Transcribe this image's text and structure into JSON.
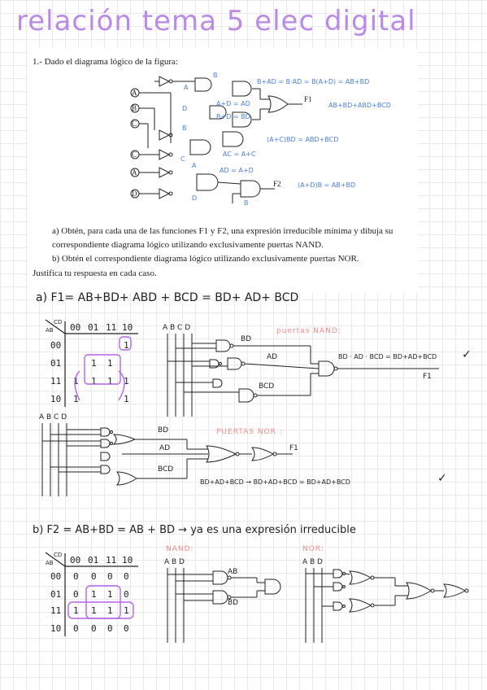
{
  "title": "relación tema 5 elec digital",
  "problem": {
    "number_label": "1.-",
    "statement": "Dado el diagrama lógico de la figura:",
    "inputs": [
      "A",
      "B",
      "C",
      "C",
      "A",
      "D",
      "B"
    ],
    "output_labels": [
      "F1",
      "F2"
    ],
    "annotations": {
      "top_notbar": "B",
      "eq1": "B+AD = B·AD = B(A+D) = AB+BD",
      "a_label": "A",
      "d_label": "D",
      "a_plus_d": "A+D = AD",
      "b_plus_d": "B+D = BD",
      "b_label": "B",
      "f1_expr": "AB+BD+ABD+BCD",
      "eq2": "(A+C)BD = ABD+BCD",
      "c_label": "C",
      "ac_eq": "AC = A+C",
      "a_bar": "A",
      "a_bar_d": "AD = A+D",
      "d_bar": "D",
      "b_small": "B",
      "f2_expr": "(A+D)B = AB+BD"
    },
    "part_a": "a) Obtén, para cada una de las funciones F1 y F2, una expresión irreducible mínima y dibuja su correspondiente diagrama lógico utilizando exclusivamente puertas NAND.",
    "part_b": "b) Obtén el correspondiente diagrama lógico utilizando exclusivamente puertas NOR.",
    "justify": "Justifica tu respuesta en cada caso."
  },
  "solution_a": {
    "header": "a) F1= AB+BD+ ABD + BCD = BD+ AD+ BCD",
    "kmap_corner_top": "CD",
    "kmap_corner_left": "AB",
    "kmap_cols": [
      "00",
      "01",
      "11",
      "10"
    ],
    "kmap_rows": [
      {
        "label": "00",
        "cells": [
          "",
          "",
          "",
          "1"
        ]
      },
      {
        "label": "01",
        "cells": [
          "",
          "1",
          "1",
          ""
        ]
      },
      {
        "label": "11",
        "cells": [
          "1",
          "1",
          "1",
          "1"
        ]
      },
      {
        "label": "10",
        "cells": [
          "1",
          "",
          "",
          "1"
        ]
      }
    ],
    "nand_inputs": "A B C D",
    "nand_title": "puertas NAND:",
    "nand_terms": [
      "BD",
      "AD",
      "BCD"
    ],
    "nand_result": "BD · AD · BCD = BD+AD+BCD",
    "nand_out": "F1",
    "check": "✓",
    "nor_inputs": "A B C D",
    "nor_title": "PUERTAS NOR :",
    "nor_terms": [
      "BD",
      "AD",
      "BCD"
    ],
    "nor_out": "F1",
    "nor_result": "BD+AD+BCD → BD+AD+BCD = BD+AD+BCD"
  },
  "solution_b": {
    "header": "b) F2 = AB+BD  =  AB + BD → ya es una expresión irreducible",
    "kmap_corner_top": "CD",
    "kmap_corner_left": "AB",
    "kmap_cols": [
      "00",
      "01",
      "11",
      "10"
    ],
    "kmap_rows": [
      {
        "label": "00",
        "cells": [
          "0",
          "0",
          "0",
          "0"
        ]
      },
      {
        "label": "01",
        "cells": [
          "0",
          "1",
          "1",
          "0"
        ]
      },
      {
        "label": "11",
        "cells": [
          "1",
          "1",
          "1",
          "1"
        ]
      },
      {
        "label": "10",
        "cells": [
          "0",
          "0",
          "0",
          "0"
        ]
      }
    ],
    "nand_title": "NAND:",
    "nand_inputs": "A B D",
    "nand_terms": [
      "AB",
      "BD"
    ],
    "nor_title": "NOR:",
    "nor_inputs": "A B D"
  },
  "colors": {
    "title": "#b98be6",
    "ink": "#222222",
    "blue": "#4a7fe0",
    "pink": "#f08a8a",
    "purple": "#b565e6"
  }
}
